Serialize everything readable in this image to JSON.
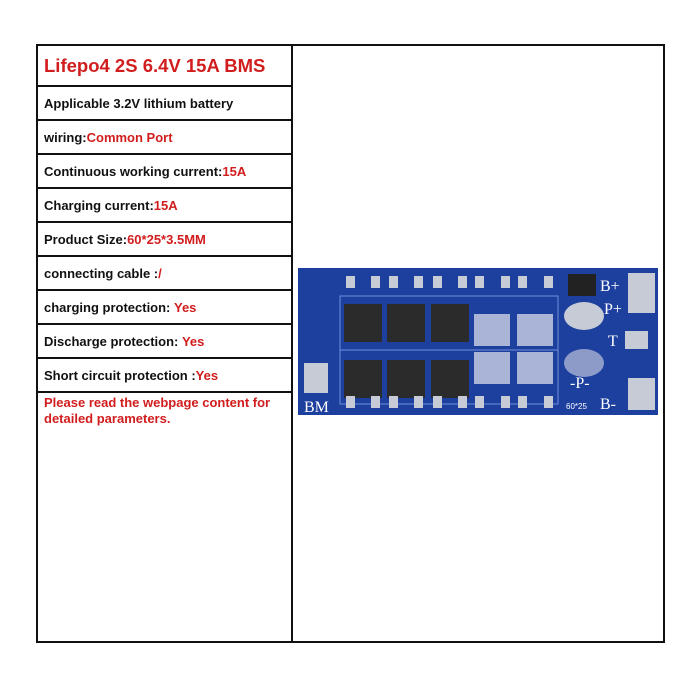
{
  "title": "Lifepo4 2S 6.4V 15A BMS",
  "specs": [
    {
      "label": "Applicable 3.2V lithium battery",
      "value": ""
    },
    {
      "label": "wiring:",
      "value": "Common Port"
    },
    {
      "label": "Continuous working current:",
      "value": "15A"
    },
    {
      "label": "Charging current:",
      "value": "15A"
    },
    {
      "label": "Product Size:",
      "value": "60*25*3.5MM"
    },
    {
      "label": "connecting cable :",
      "value": "/"
    },
    {
      "label": "charging protection: ",
      "value": "Yes"
    },
    {
      "label": "Discharge protection: ",
      "value": "Yes"
    },
    {
      "label": "Short circuit protection :",
      "value": "Yes"
    }
  ],
  "note": "Please read the webpage content for detailed parameters.",
  "pcb": {
    "bplus": "B+",
    "pplus": "P+",
    "t": "T",
    "pminus": "-P-",
    "bminus": "B-",
    "bm": "BM",
    "size": "60*25"
  },
  "colors": {
    "accent": "#d11d1d",
    "pcb": "#1d3f9e"
  }
}
